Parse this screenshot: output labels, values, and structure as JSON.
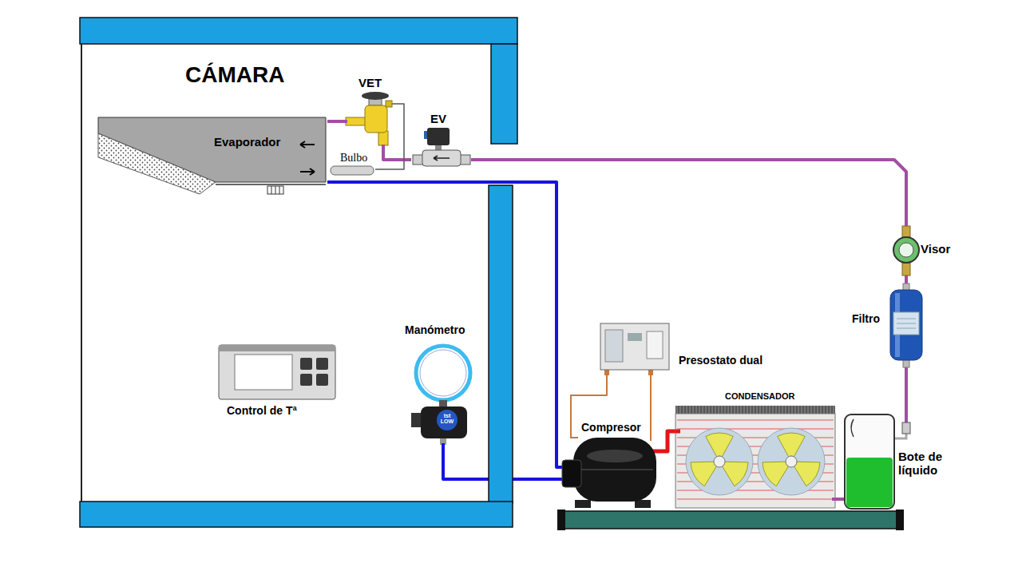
{
  "diagram": {
    "nodes": [
      {
        "text": [
          "CÁMARA"
        ]
      },
      {
        "text": [
          "VET"
        ],
        "in": 0
      },
      {
        "text": [
          "EV"
        ],
        "in": 0
      },
      {
        "text": [
          "Evaporador"
        ],
        "in": 0
      },
      {
        "text": [
          "Bulbo"
        ],
        "in": 0
      },
      {
        "text": [
          "Manómetro",
          "tst LOW"
        ],
        "in": 0
      },
      {
        "text": [
          "Control de Tª"
        ],
        "in": 0
      },
      {
        "text": [
          "Visor"
        ]
      },
      {
        "text": [
          "Filtro"
        ]
      },
      {
        "text": [
          "Presostato dual"
        ]
      },
      {
        "text": [
          "CONDENSADOR"
        ]
      },
      {
        "text": [
          "Compresor"
        ]
      },
      {
        "text": [
          "Bote de líquido"
        ]
      }
    ],
    "edges": [
      {
        "from": 1,
        "to": 3,
        "arrow": "none"
      },
      {
        "from": 2,
        "to": 1,
        "arrow": "none"
      },
      {
        "from": 7,
        "to": 2,
        "arrow": "none"
      },
      {
        "from": 8,
        "to": 7,
        "arrow": "none"
      },
      {
        "from": 12,
        "to": 8,
        "arrow": "none"
      },
      {
        "from": 10,
        "to": 12,
        "arrow": "none"
      },
      {
        "from": 11,
        "to": 10,
        "arrow": "none"
      },
      {
        "from": 3,
        "to": 11,
        "arrow": "none"
      },
      {
        "from": 5,
        "to": 11,
        "arrow": "none"
      },
      {
        "from": 9,
        "to": 11,
        "arrow": "none"
      },
      {
        "from": 9,
        "to": 11,
        "arrow": "none"
      },
      {
        "from": 4,
        "to": 1,
        "arrow": "none"
      }
    ]
  }
}
